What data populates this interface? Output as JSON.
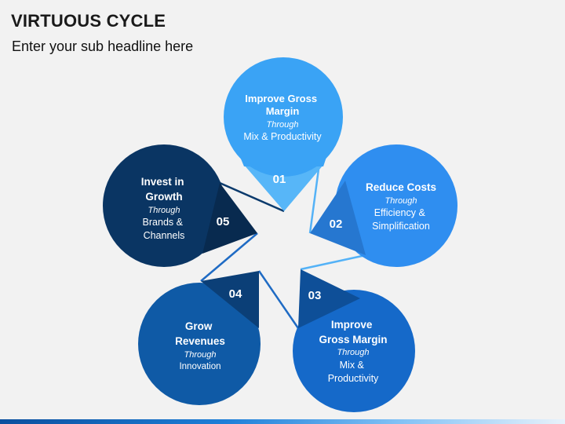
{
  "title": "VIRTUOUS CYCLE",
  "subtitle": "Enter your sub headline here",
  "steps": [
    {
      "number": "01",
      "heading": [
        "Improve Gross",
        "Margin"
      ],
      "through": "Through",
      "detail": [
        "Mix & Productivity"
      ],
      "color": "#3aa3f5",
      "tip_color": "#57b6f8"
    },
    {
      "number": "02",
      "heading": [
        "Reduce Costs"
      ],
      "through": "Through",
      "detail": [
        "Efficiency &",
        "Simplification"
      ],
      "color": "#2f8ef0",
      "tip_color": "#2677d0"
    },
    {
      "number": "03",
      "heading": [
        "Improve",
        "Gross Margin"
      ],
      "through": "Through",
      "detail": [
        "Mix &",
        "Productivity"
      ],
      "color": "#1569c9",
      "tip_color": "#0e4f98"
    },
    {
      "number": "04",
      "heading": [
        "Grow",
        "Revenues"
      ],
      "through": "Through",
      "detail": [
        "Innovation"
      ],
      "color": "#0f5aa6",
      "tip_color": "#0b3f77"
    },
    {
      "number": "05",
      "heading": [
        "Invest in",
        "Growth"
      ],
      "through": "Through",
      "detail": [
        "Brands &",
        "Channels"
      ],
      "color": "#0a3563",
      "tip_color": "#082a4f"
    }
  ]
}
